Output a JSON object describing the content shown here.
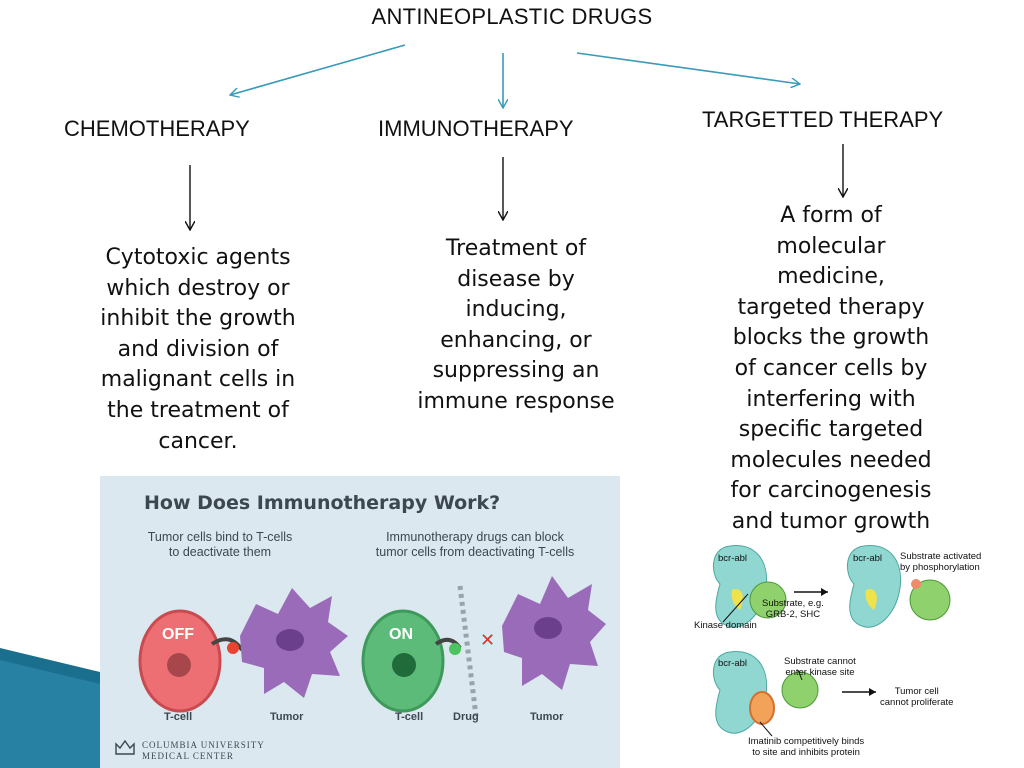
{
  "title": "ANTINEOPLASTIC DRUGS",
  "branches": [
    {
      "heading": "CHEMOTHERAPY",
      "description": [
        "Cytotoxic agents",
        "which destroy or",
        "inhibit the growth",
        "and division of",
        "malignant cells in",
        "the treatment of",
        "cancer."
      ]
    },
    {
      "heading": "IMMUNOTHERAPY",
      "description": [
        "Treatment of",
        "disease by",
        "inducing,",
        "enhancing, or",
        "suppressing an",
        "immune response"
      ]
    },
    {
      "heading": "TARGETTED THERAPY",
      "description": [
        "A form of",
        "molecular",
        "medicine,",
        "targeted therapy",
        "blocks the growth",
        "of cancer cells by",
        "interfering with",
        "specific targeted",
        "molecules needed",
        "for carcinogenesis",
        "and tumor growth"
      ]
    }
  ],
  "immuno_figure": {
    "title": "How Does Immunotherapy Work?",
    "left_caption": [
      "Tumor cells bind to T-cells",
      "to deactivate them"
    ],
    "right_caption": [
      "Immunotherapy drugs can block",
      "tumor cells from deactivating T-cells"
    ],
    "off_label": "OFF",
    "on_label": "ON",
    "labels": {
      "tcell_left": "T-cell",
      "tumor_left": "Tumor",
      "tcell_right": "T-cell",
      "drug": "Drug",
      "tumor_right": "Tumor"
    },
    "footer": [
      "COLUMBIA UNIVERSITY",
      "MEDICAL CENTER"
    ],
    "colors": {
      "off": "#ee6f73",
      "on": "#5dbb7a",
      "tumor": "#9a6bb8",
      "panel": "#dbe8f0"
    }
  },
  "targeted_figure": {
    "bcr_abl": "bcr-abl",
    "substrate_activated": [
      "Substrate activated",
      "by phosphorylation"
    ],
    "substrate_eg": [
      "Substrate, e.g.",
      "GRB-2, SHC"
    ],
    "kinase_domain": "Kinase domain",
    "substrate_cannot": [
      "Substrate cannot",
      "enter kinase site"
    ],
    "tumor_cell": [
      "Tumor cell",
      "cannot proliferate"
    ],
    "imatinib": [
      "Imatinib competitively binds",
      "to site and inhibits protein"
    ]
  }
}
